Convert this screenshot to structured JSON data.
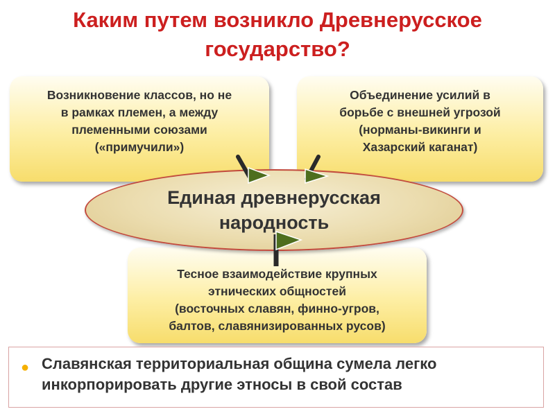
{
  "title": {
    "line1": "Каким путем возникло Древнерусское",
    "line2": "государство?"
  },
  "boxes": {
    "left": {
      "lines": [
        "Возникновение классов, но не",
        "в рамках племен, а между",
        "племенными союзами",
        "(«примучили»)"
      ]
    },
    "right": {
      "lines": [
        "Объединение усилий в",
        "борьбе с внешней угрозой",
        "(норманы-викинги и",
        "Хазарский каганат)"
      ]
    },
    "bottom": {
      "lines": [
        "Тесное взаимодействие крупных",
        "этнических общностей",
        "(восточных славян, финно-угров,",
        "балтов, славянизированных русов)"
      ]
    }
  },
  "center": {
    "lines": [
      "Единая древнерусская",
      "народность"
    ]
  },
  "bullet": {
    "lines": [
      "Славянская территориальная община сумела легко",
      "инкорпорировать другие этносы в свой состав"
    ]
  },
  "colors": {
    "title": "#cc1f1f",
    "box_fill": "#fdeea3",
    "ellipse_fill": "#ebdcae",
    "ellipse_border": "#c24a3d",
    "arrow_fill": "#4e6e1e",
    "bullet": "#f5b000"
  },
  "icons": {
    "arrow": "flag-arrow-icon",
    "bullet": "bullet-dot-icon"
  }
}
